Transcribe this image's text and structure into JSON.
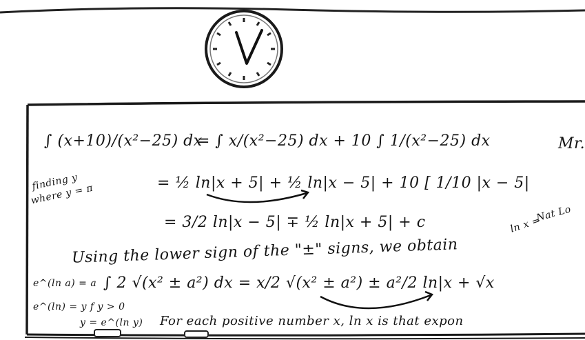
{
  "clock": {
    "hand_label": "V"
  },
  "board": {
    "side_note": [
      "finding y",
      "where y = π"
    ],
    "line1": {
      "lhs": "∫ (x+10)/(x²−25) dx",
      "middle": "= ∫ x/(x²−25) dx + 10 ∫ 1/(x²−25) dx",
      "corner": "Mr."
    },
    "line2": "= ½ ln|x + 5| + ½ ln|x − 5| + 10 [ 1/10 |x − 5|",
    "line3": "= 3/2 ln|x − 5| ∓ ½ ln|x + 5| + c",
    "line3_note": [
      "ln x =",
      "Nat Lo"
    ],
    "line4": "Using the lower sign of the \"±\" signs, we obtain",
    "line5_left": "e^(ln a) = a",
    "line5": "∫ 2 √(x² ± a²) dx = x/2 √(x² ± a²) ± a²/2 ln|x + √x",
    "line6_left": "e^(ln) = y  f y > 0",
    "line7_left": "y = e^(ln y)",
    "line7": "For each positive number x, ln x is that expon"
  }
}
